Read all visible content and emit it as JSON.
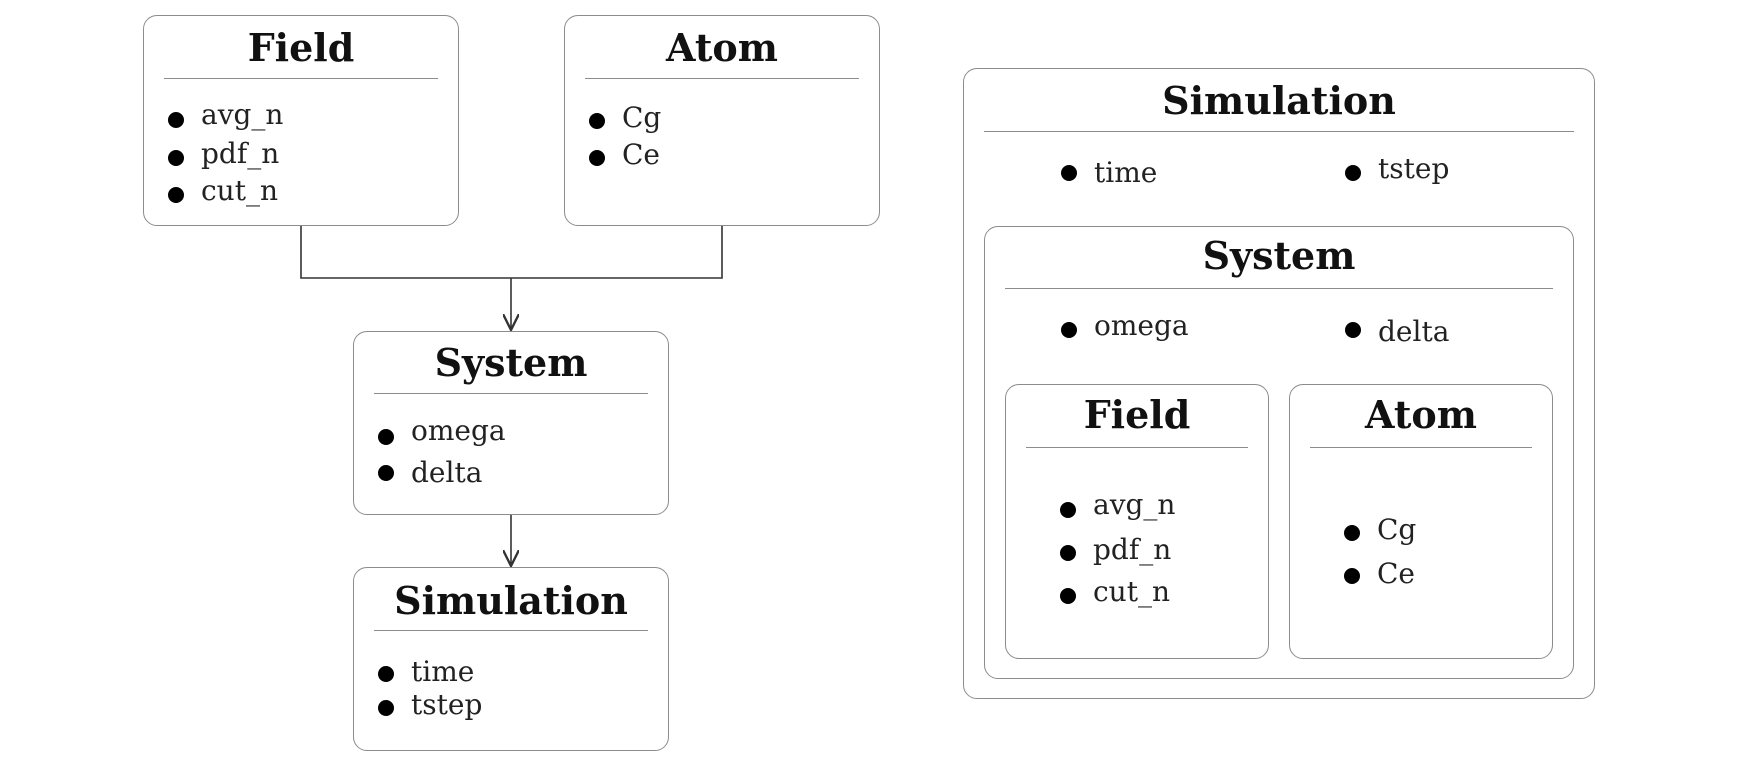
{
  "left_flow": {
    "field": {
      "title": "Field",
      "items": [
        "avg_n",
        "pdf_n",
        "cut_n"
      ]
    },
    "atom": {
      "title": "Atom",
      "items": [
        "Cg",
        "Ce"
      ]
    },
    "system": {
      "title": "System",
      "items": [
        "omega",
        "delta"
      ]
    },
    "simulation": {
      "title": "Simulation",
      "items": [
        "time",
        "tstep"
      ]
    }
  },
  "right_nested": {
    "simulation": {
      "title": "Simulation",
      "items": [
        "time",
        "tstep"
      ]
    },
    "system": {
      "title": "System",
      "items": [
        "omega",
        "delta"
      ]
    },
    "field": {
      "title": "Field",
      "items": [
        "avg_n",
        "pdf_n",
        "cut_n"
      ]
    },
    "atom": {
      "title": "Atom",
      "items": [
        "Cg",
        "Ce"
      ]
    }
  },
  "colors": {
    "border": "#8c8c8c",
    "text": "#111111",
    "edge": "#333333"
  }
}
